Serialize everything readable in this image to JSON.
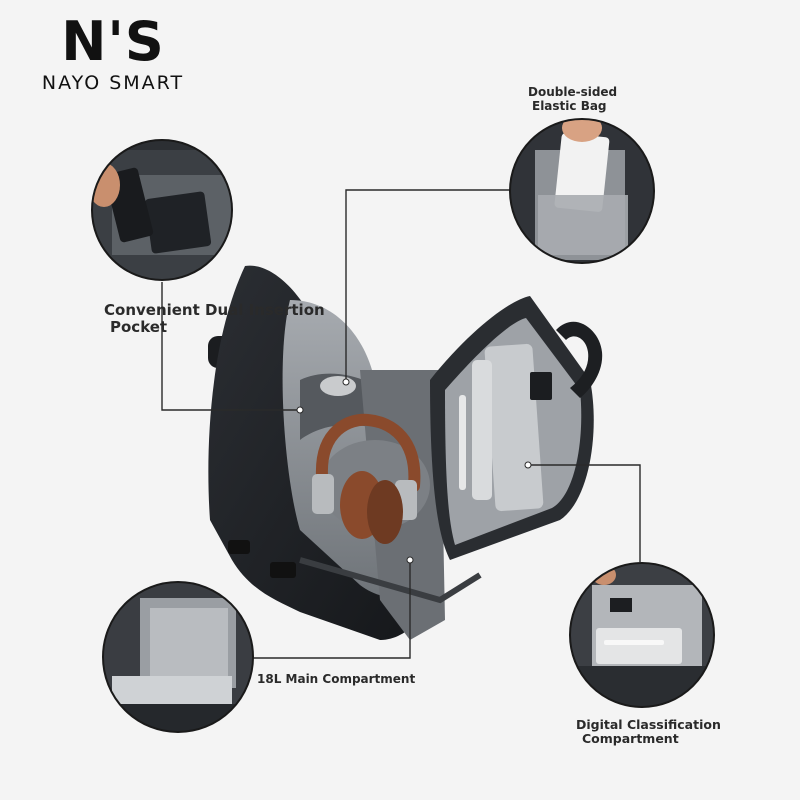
{
  "brand": {
    "mark": "N'S",
    "name": "NAYO SMART"
  },
  "callouts": {
    "dual_pocket": {
      "line1": "Convenient Dual Insertion",
      "line2": "Pocket"
    },
    "double_sided": {
      "line1": "Double-sided",
      "line2": "Elastic Bag"
    },
    "main_compartment": {
      "line1": "18L Main Compartment"
    },
    "digital_compartment": {
      "line1": "Digital Classification",
      "line2": "Compartment"
    }
  },
  "colors": {
    "background": "#f4f4f4",
    "bag_dark": "#1f2226",
    "bag_lining": "#8d9196",
    "leader_line": "#2a2a2a",
    "headphone_leather": "#8a4a2c"
  }
}
